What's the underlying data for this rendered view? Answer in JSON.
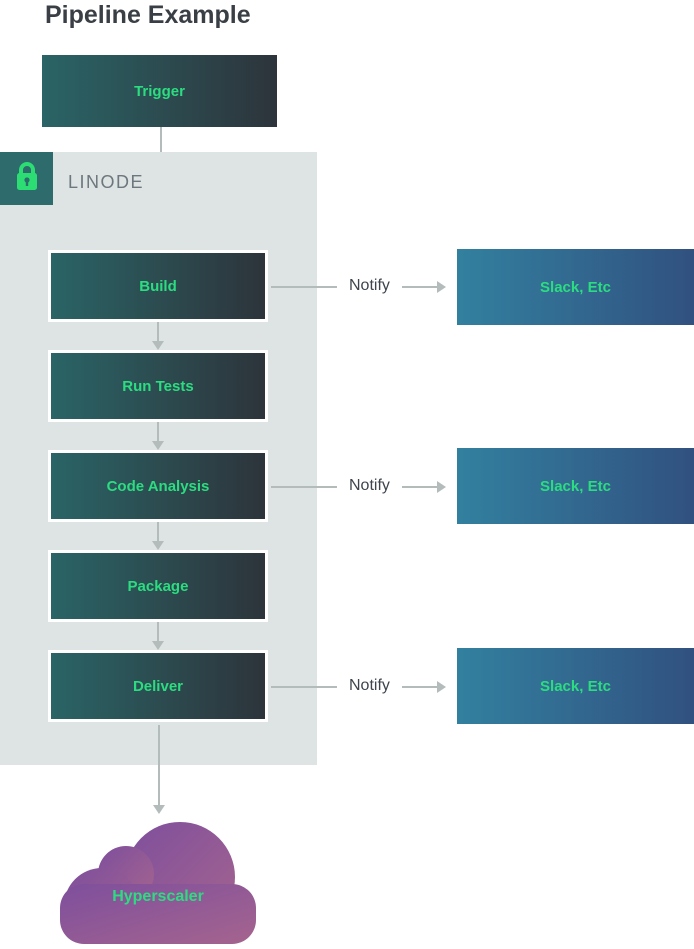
{
  "title": "Pipeline Example",
  "trigger": {
    "label": "Trigger"
  },
  "linode": {
    "label": "LINODE"
  },
  "stages": [
    {
      "label": "Build"
    },
    {
      "label": "Run Tests"
    },
    {
      "label": "Code Analysis"
    },
    {
      "label": "Package"
    },
    {
      "label": "Deliver"
    }
  ],
  "notify_rows": [
    {
      "label": "Notify",
      "target": "Slack, Etc"
    },
    {
      "label": "Notify",
      "target": "Slack, Etc"
    },
    {
      "label": "Notify",
      "target": "Slack, Etc"
    }
  ],
  "cloud": {
    "label": "Hyperscaler"
  },
  "colors": {
    "stage_gradient_start": "#2a6466",
    "stage_gradient_end": "#2d343b",
    "slack_gradient_start": "#32809f",
    "slack_gradient_end": "#315180",
    "cloud_gradient_start": "#7e4f9d",
    "cloud_gradient_end": "#a5648e",
    "label_green": "#2bdd80",
    "container_bg": "#dde4e3",
    "lock_square_bg": "#2d6b6c",
    "arrow_gray": "#b4bbbb",
    "title_color": "#3a3f46"
  }
}
